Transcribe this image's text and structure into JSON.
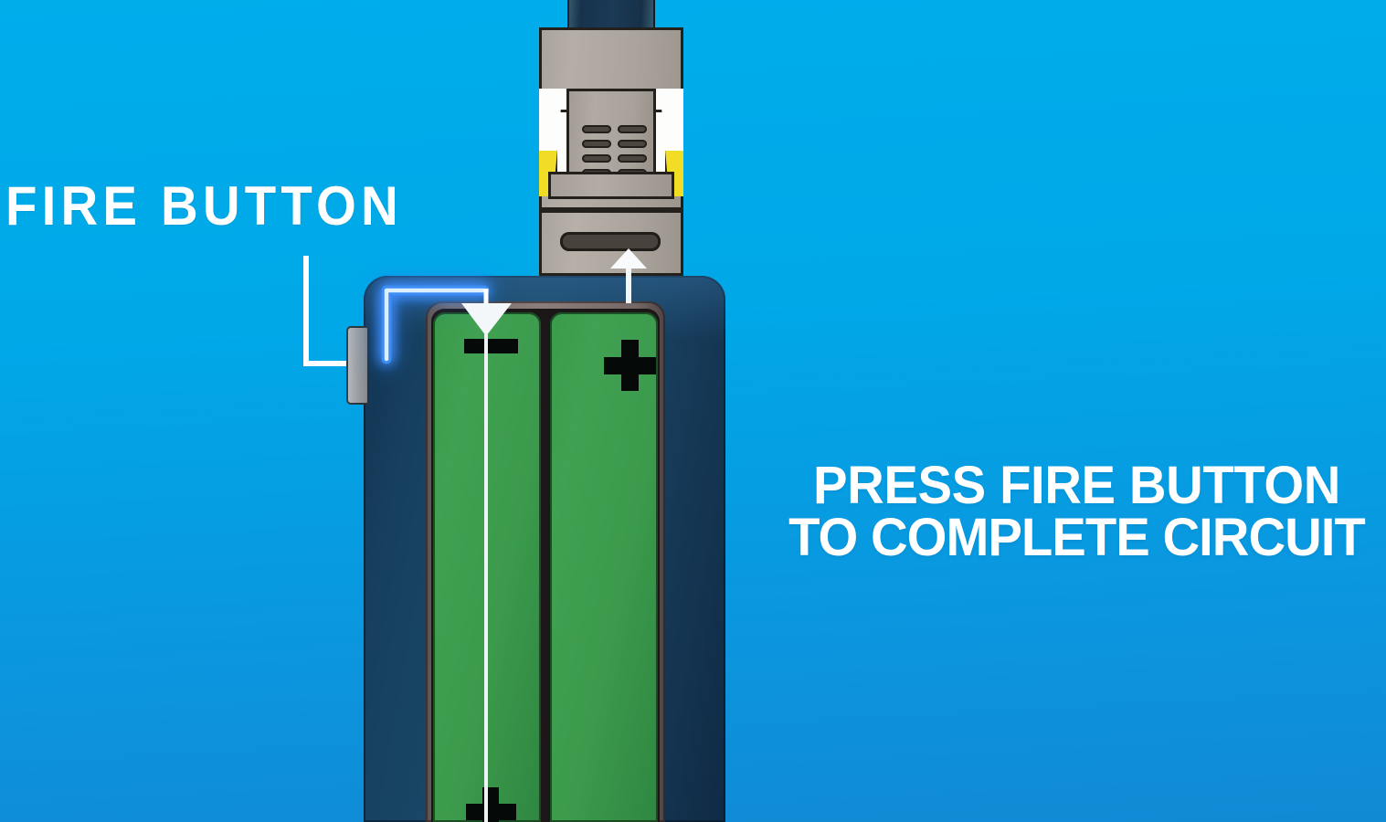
{
  "scene": {
    "title": "Vape Mod Fire Button Circuit Diagram",
    "background_color_top": "#00ADEB",
    "background_color_bottom": "#118AD4"
  },
  "labels": {
    "fire_button": "FIRE BUTTON",
    "callout_line1": "PRESS FIRE BUTTON",
    "callout_line2": "TO COMPLETE CIRCUIT"
  },
  "device": {
    "mod_body_color": "#17405F",
    "battery_cells": [
      {
        "position": "left",
        "terminal_top": "minus",
        "terminal_bottom": "plus",
        "color": "#3A9B4C"
      },
      {
        "position": "right",
        "terminal_top": "plus",
        "terminal_bottom": "",
        "color": "#3A9B4C"
      }
    ],
    "fire_button": {
      "color": "#9FA3A8",
      "side": "left"
    },
    "tank": {
      "mouthpiece_color": "#17324D",
      "body_color": "#AAA49C",
      "liquid_color": "#F2DD26",
      "empty_color": "#FDFDFB",
      "coil_vent_rows": 5,
      "coil_vent_columns": 2
    }
  },
  "indicators": {
    "circuit_glow_color": "#49A7FF",
    "arrow_color": "#FFFFFF",
    "pointer_description": "arrow pointing to fire button",
    "current_flow_down": "arrow into negative battery terminal",
    "current_flow_up": "arrow into tank base"
  }
}
